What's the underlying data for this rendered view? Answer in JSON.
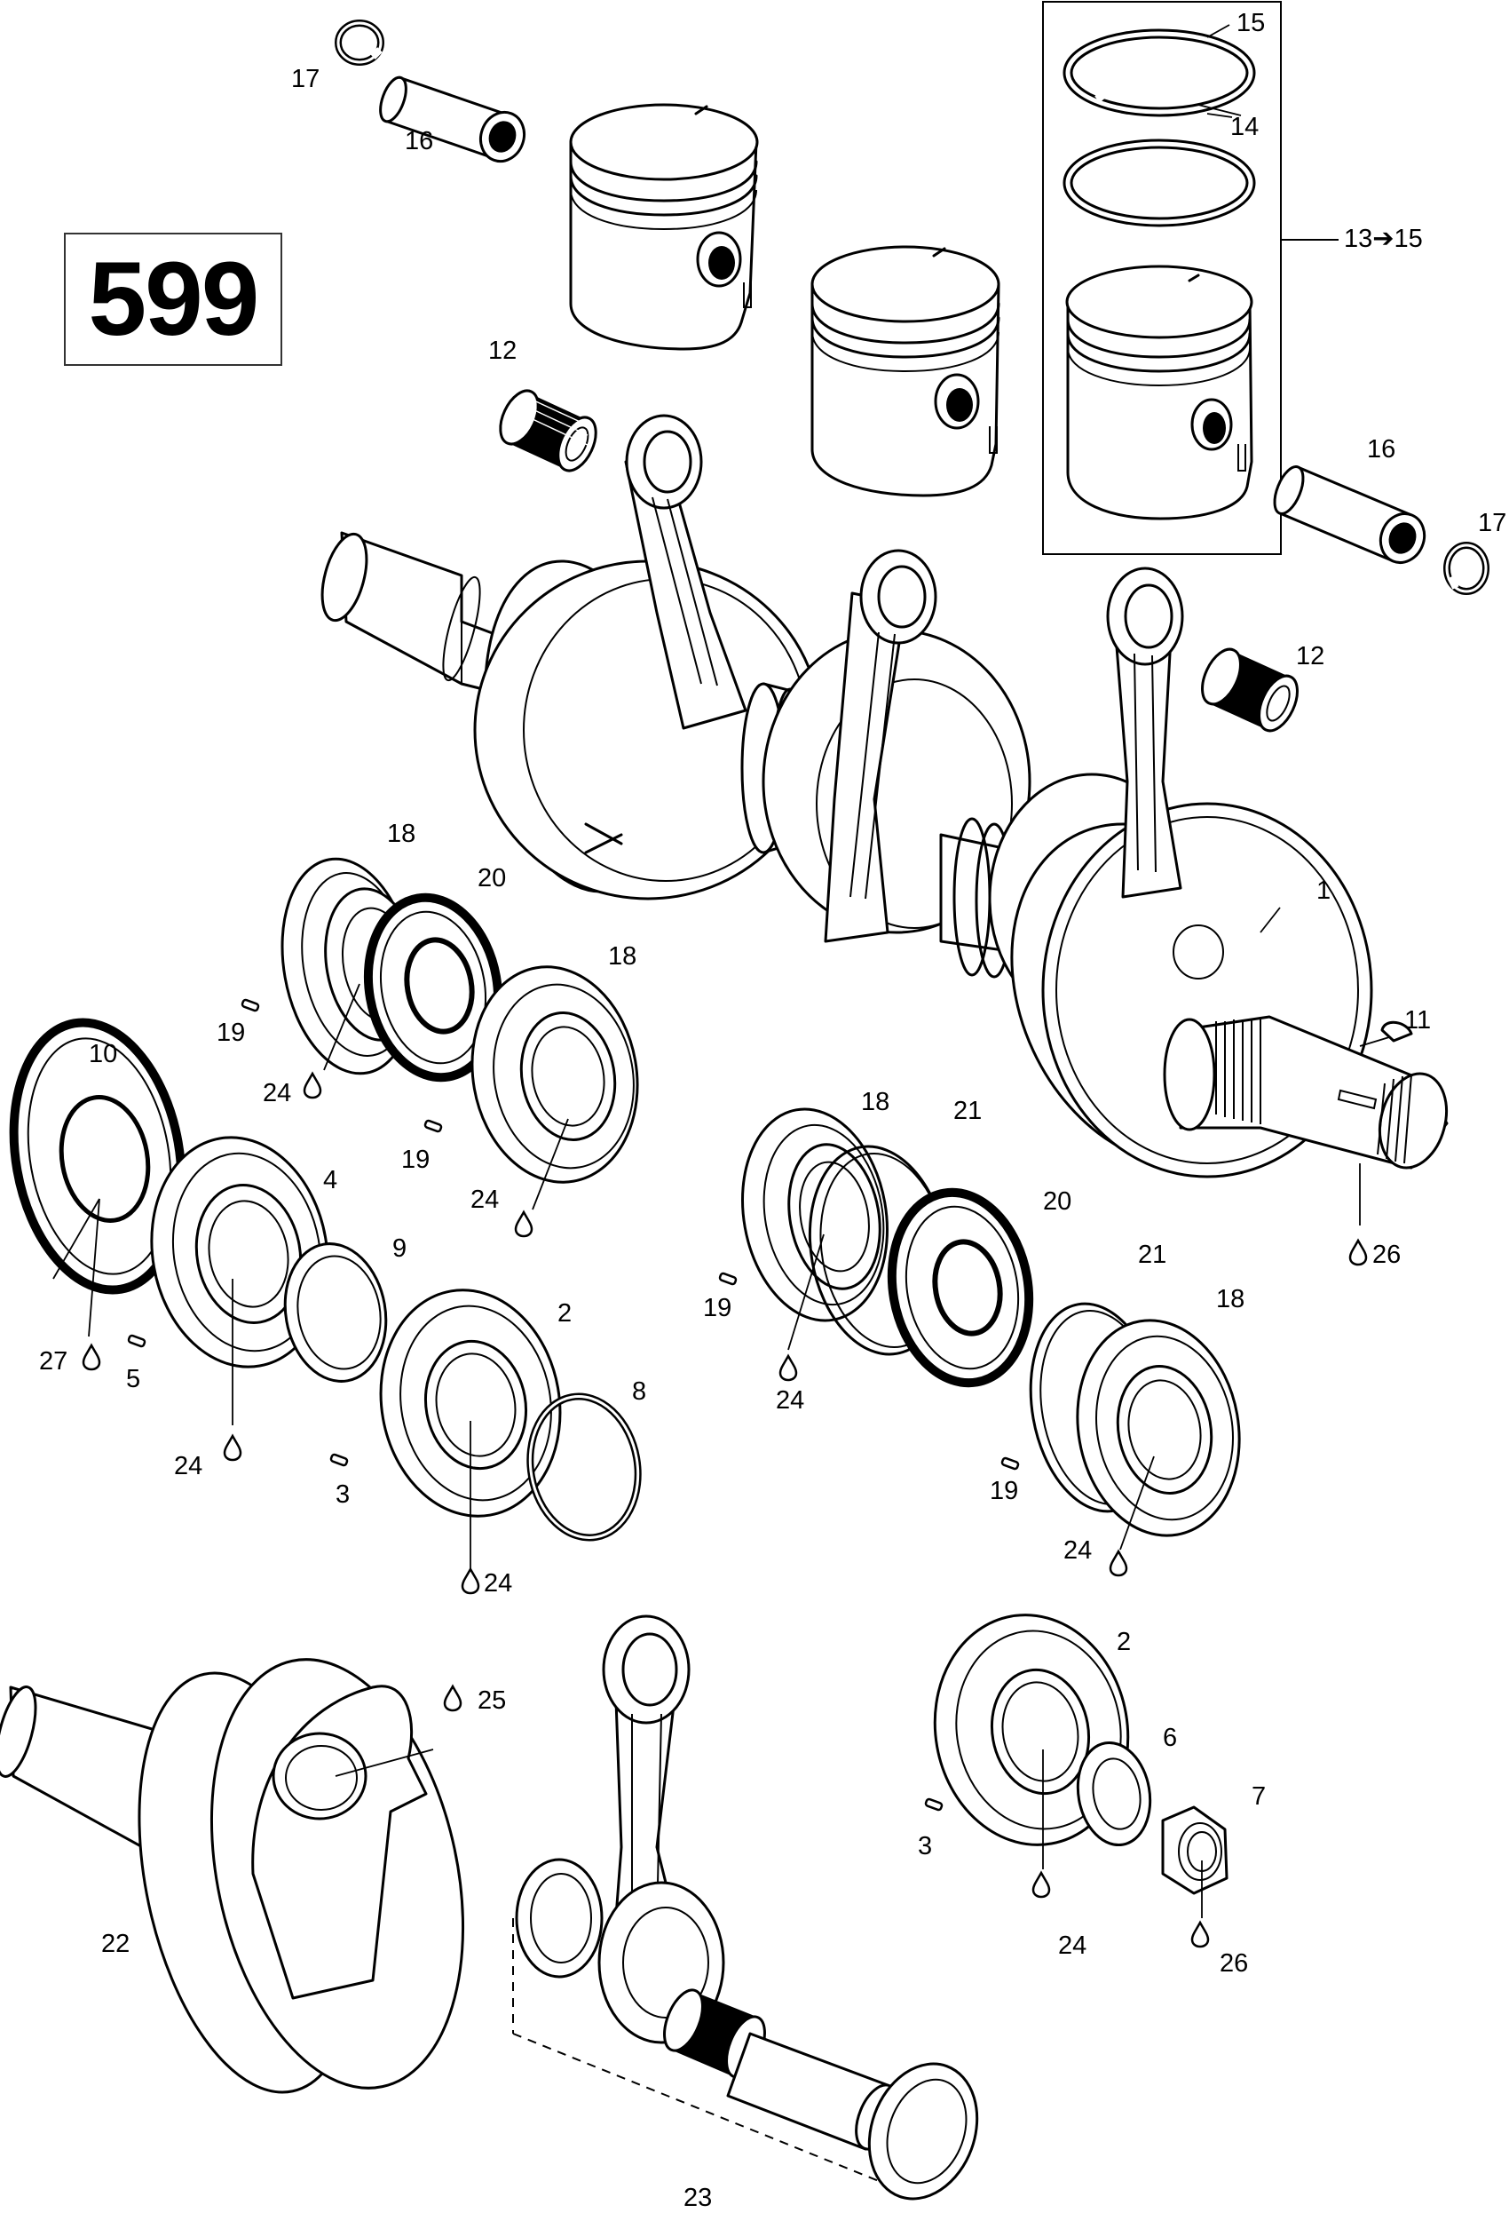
{
  "title": "599",
  "callouts": [
    {
      "id": "c1",
      "text": "1"
    },
    {
      "id": "c2a",
      "text": "2"
    },
    {
      "id": "c2b",
      "text": "2"
    },
    {
      "id": "c3a",
      "text": "3"
    },
    {
      "id": "c3b",
      "text": "3"
    },
    {
      "id": "c4",
      "text": "4"
    },
    {
      "id": "c5",
      "text": "5"
    },
    {
      "id": "c6",
      "text": "6"
    },
    {
      "id": "c7",
      "text": "7"
    },
    {
      "id": "c8",
      "text": "8"
    },
    {
      "id": "c9",
      "text": "9"
    },
    {
      "id": "c10",
      "text": "10"
    },
    {
      "id": "c11",
      "text": "11"
    },
    {
      "id": "c12a",
      "text": "12"
    },
    {
      "id": "c12b",
      "text": "12"
    },
    {
      "id": "c13",
      "text": "13➔15"
    },
    {
      "id": "c14",
      "text": "14"
    },
    {
      "id": "c15",
      "text": "15"
    },
    {
      "id": "c16a",
      "text": "16"
    },
    {
      "id": "c16b",
      "text": "16"
    },
    {
      "id": "c17a",
      "text": "17"
    },
    {
      "id": "c17b",
      "text": "17"
    },
    {
      "id": "c18a",
      "text": "18"
    },
    {
      "id": "c18b",
      "text": "18"
    },
    {
      "id": "c18c",
      "text": "18"
    },
    {
      "id": "c18d",
      "text": "18"
    },
    {
      "id": "c19a",
      "text": "19"
    },
    {
      "id": "c19b",
      "text": "19"
    },
    {
      "id": "c19c",
      "text": "19"
    },
    {
      "id": "c19d",
      "text": "19"
    },
    {
      "id": "c20a",
      "text": "20"
    },
    {
      "id": "c20b",
      "text": "20"
    },
    {
      "id": "c21a",
      "text": "21"
    },
    {
      "id": "c21b",
      "text": "21"
    },
    {
      "id": "c22",
      "text": "22"
    },
    {
      "id": "c23",
      "text": "23"
    },
    {
      "id": "c24a",
      "text": "24"
    },
    {
      "id": "c24b",
      "text": "24"
    },
    {
      "id": "c24c",
      "text": "24"
    },
    {
      "id": "c24d",
      "text": "24"
    },
    {
      "id": "c24e",
      "text": "24"
    },
    {
      "id": "c24f",
      "text": "24"
    },
    {
      "id": "c24g",
      "text": "24"
    },
    {
      "id": "c25",
      "text": "25"
    },
    {
      "id": "c26a",
      "text": "26"
    },
    {
      "id": "c26b",
      "text": "26"
    },
    {
      "id": "c27",
      "text": "27"
    }
  ]
}
